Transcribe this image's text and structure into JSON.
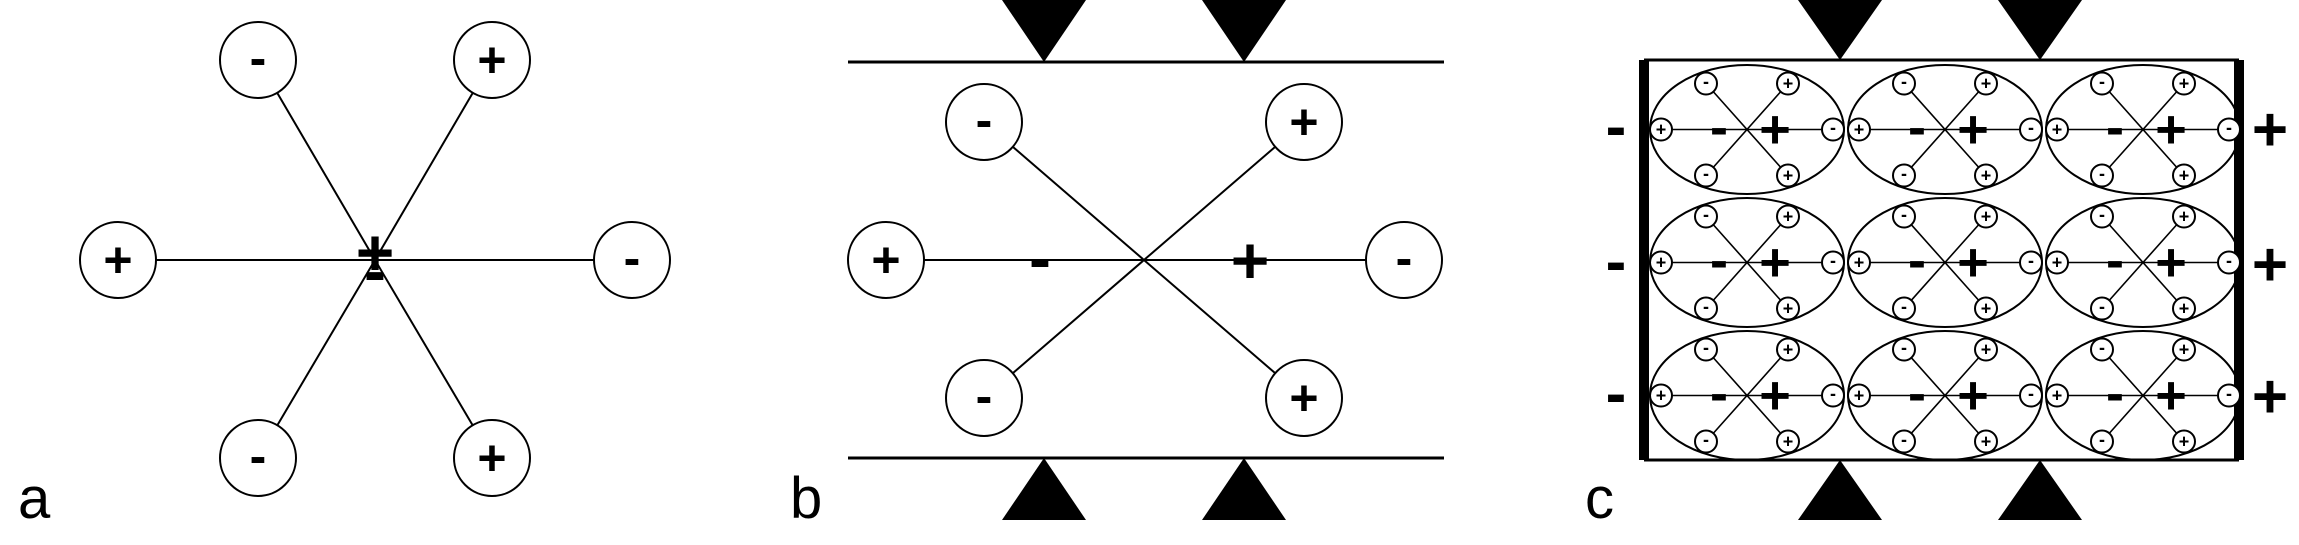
{
  "panels": [
    {
      "label": "a"
    },
    {
      "label": "b"
    },
    {
      "label": "c"
    }
  ],
  "signs": {
    "plus": "+",
    "minus": "-"
  },
  "colors": {
    "ink": "#000000",
    "paper": "#ffffff"
  }
}
